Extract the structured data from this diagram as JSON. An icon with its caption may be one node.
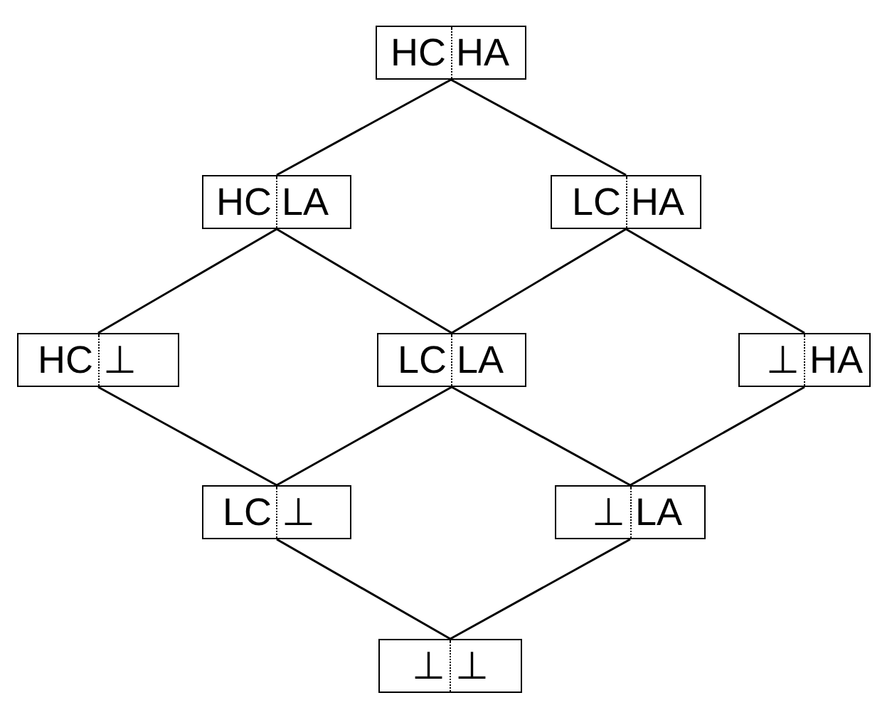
{
  "diagram": {
    "nodes": [
      {
        "text": [
          "HC",
          "HA"
        ]
      },
      {
        "text": [
          "HC",
          "LA"
        ]
      },
      {
        "text": [
          "LC",
          "HA"
        ]
      },
      {
        "text": [
          "HC",
          "⊥"
        ]
      },
      {
        "text": [
          "LC",
          "LA"
        ]
      },
      {
        "text": [
          "⊥",
          "HA"
        ]
      },
      {
        "text": [
          "LC",
          "⊥"
        ]
      },
      {
        "text": [
          "⊥",
          "LA"
        ]
      },
      {
        "text": [
          "⊥",
          "⊥"
        ]
      }
    ],
    "edges": [
      {
        "from": 0,
        "to": 1,
        "arrow": "none"
      },
      {
        "from": 0,
        "to": 2,
        "arrow": "none"
      },
      {
        "from": 1,
        "to": 3,
        "arrow": "none"
      },
      {
        "from": 1,
        "to": 4,
        "arrow": "none"
      },
      {
        "from": 2,
        "to": 4,
        "arrow": "none"
      },
      {
        "from": 2,
        "to": 5,
        "arrow": "none"
      },
      {
        "from": 3,
        "to": 6,
        "arrow": "none"
      },
      {
        "from": 4,
        "to": 6,
        "arrow": "none"
      },
      {
        "from": 4,
        "to": 7,
        "arrow": "none"
      },
      {
        "from": 5,
        "to": 7,
        "arrow": "none"
      },
      {
        "from": 6,
        "to": 8,
        "arrow": "none"
      },
      {
        "from": 7,
        "to": 8,
        "arrow": "none"
      }
    ]
  }
}
